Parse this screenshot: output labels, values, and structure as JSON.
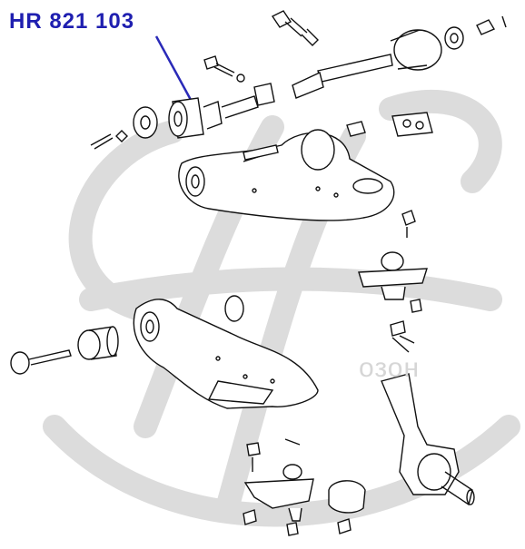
{
  "diagram": {
    "part_number": "HR 821 103",
    "watermark": "озон",
    "colors": {
      "label": "#1f1fb0",
      "leader": "#2a2ab8",
      "line_art": "#111111",
      "watermark": "#d9d9d9"
    },
    "components": [
      "upper-arm-bushing",
      "upper-control-arm",
      "lower-control-arm",
      "lower-arm-bushing",
      "upper-ball-joint",
      "lower-ball-joint",
      "steering-knuckle",
      "cam-bolt",
      "bump-stop"
    ]
  }
}
